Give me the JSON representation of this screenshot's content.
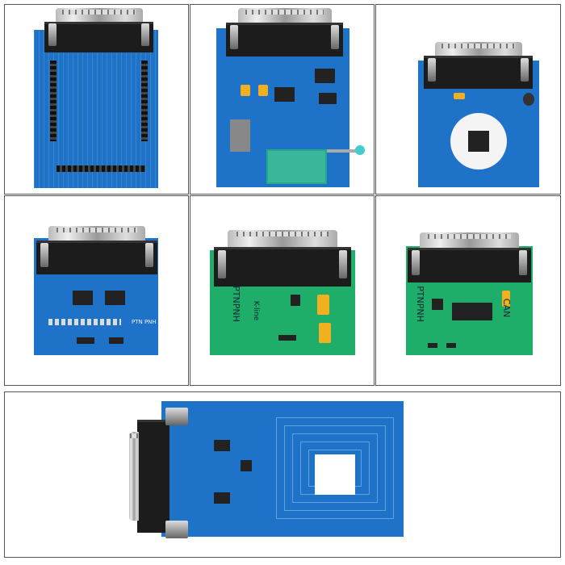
{
  "colors": {
    "blue_pcb": "#1e73c8",
    "green_pcb": "#1fae6a",
    "connector": "#1c1c1c",
    "cell_border": "#555555"
  },
  "boards": [
    {
      "id": "pin-breakout-board",
      "color": "blue"
    },
    {
      "id": "zif-socket-board",
      "color": "blue"
    },
    {
      "id": "round-socket-board",
      "color": "blue"
    },
    {
      "id": "uart-bdm-board",
      "color": "blue",
      "label": "PTN PNH"
    },
    {
      "id": "kline-board",
      "color": "green",
      "label": "K-line",
      "side_label": "PTNPNH"
    },
    {
      "id": "can-board",
      "color": "green",
      "label": "CAN",
      "side_label": "PTNPNH"
    },
    {
      "id": "antenna-coil-board",
      "color": "blue"
    }
  ]
}
